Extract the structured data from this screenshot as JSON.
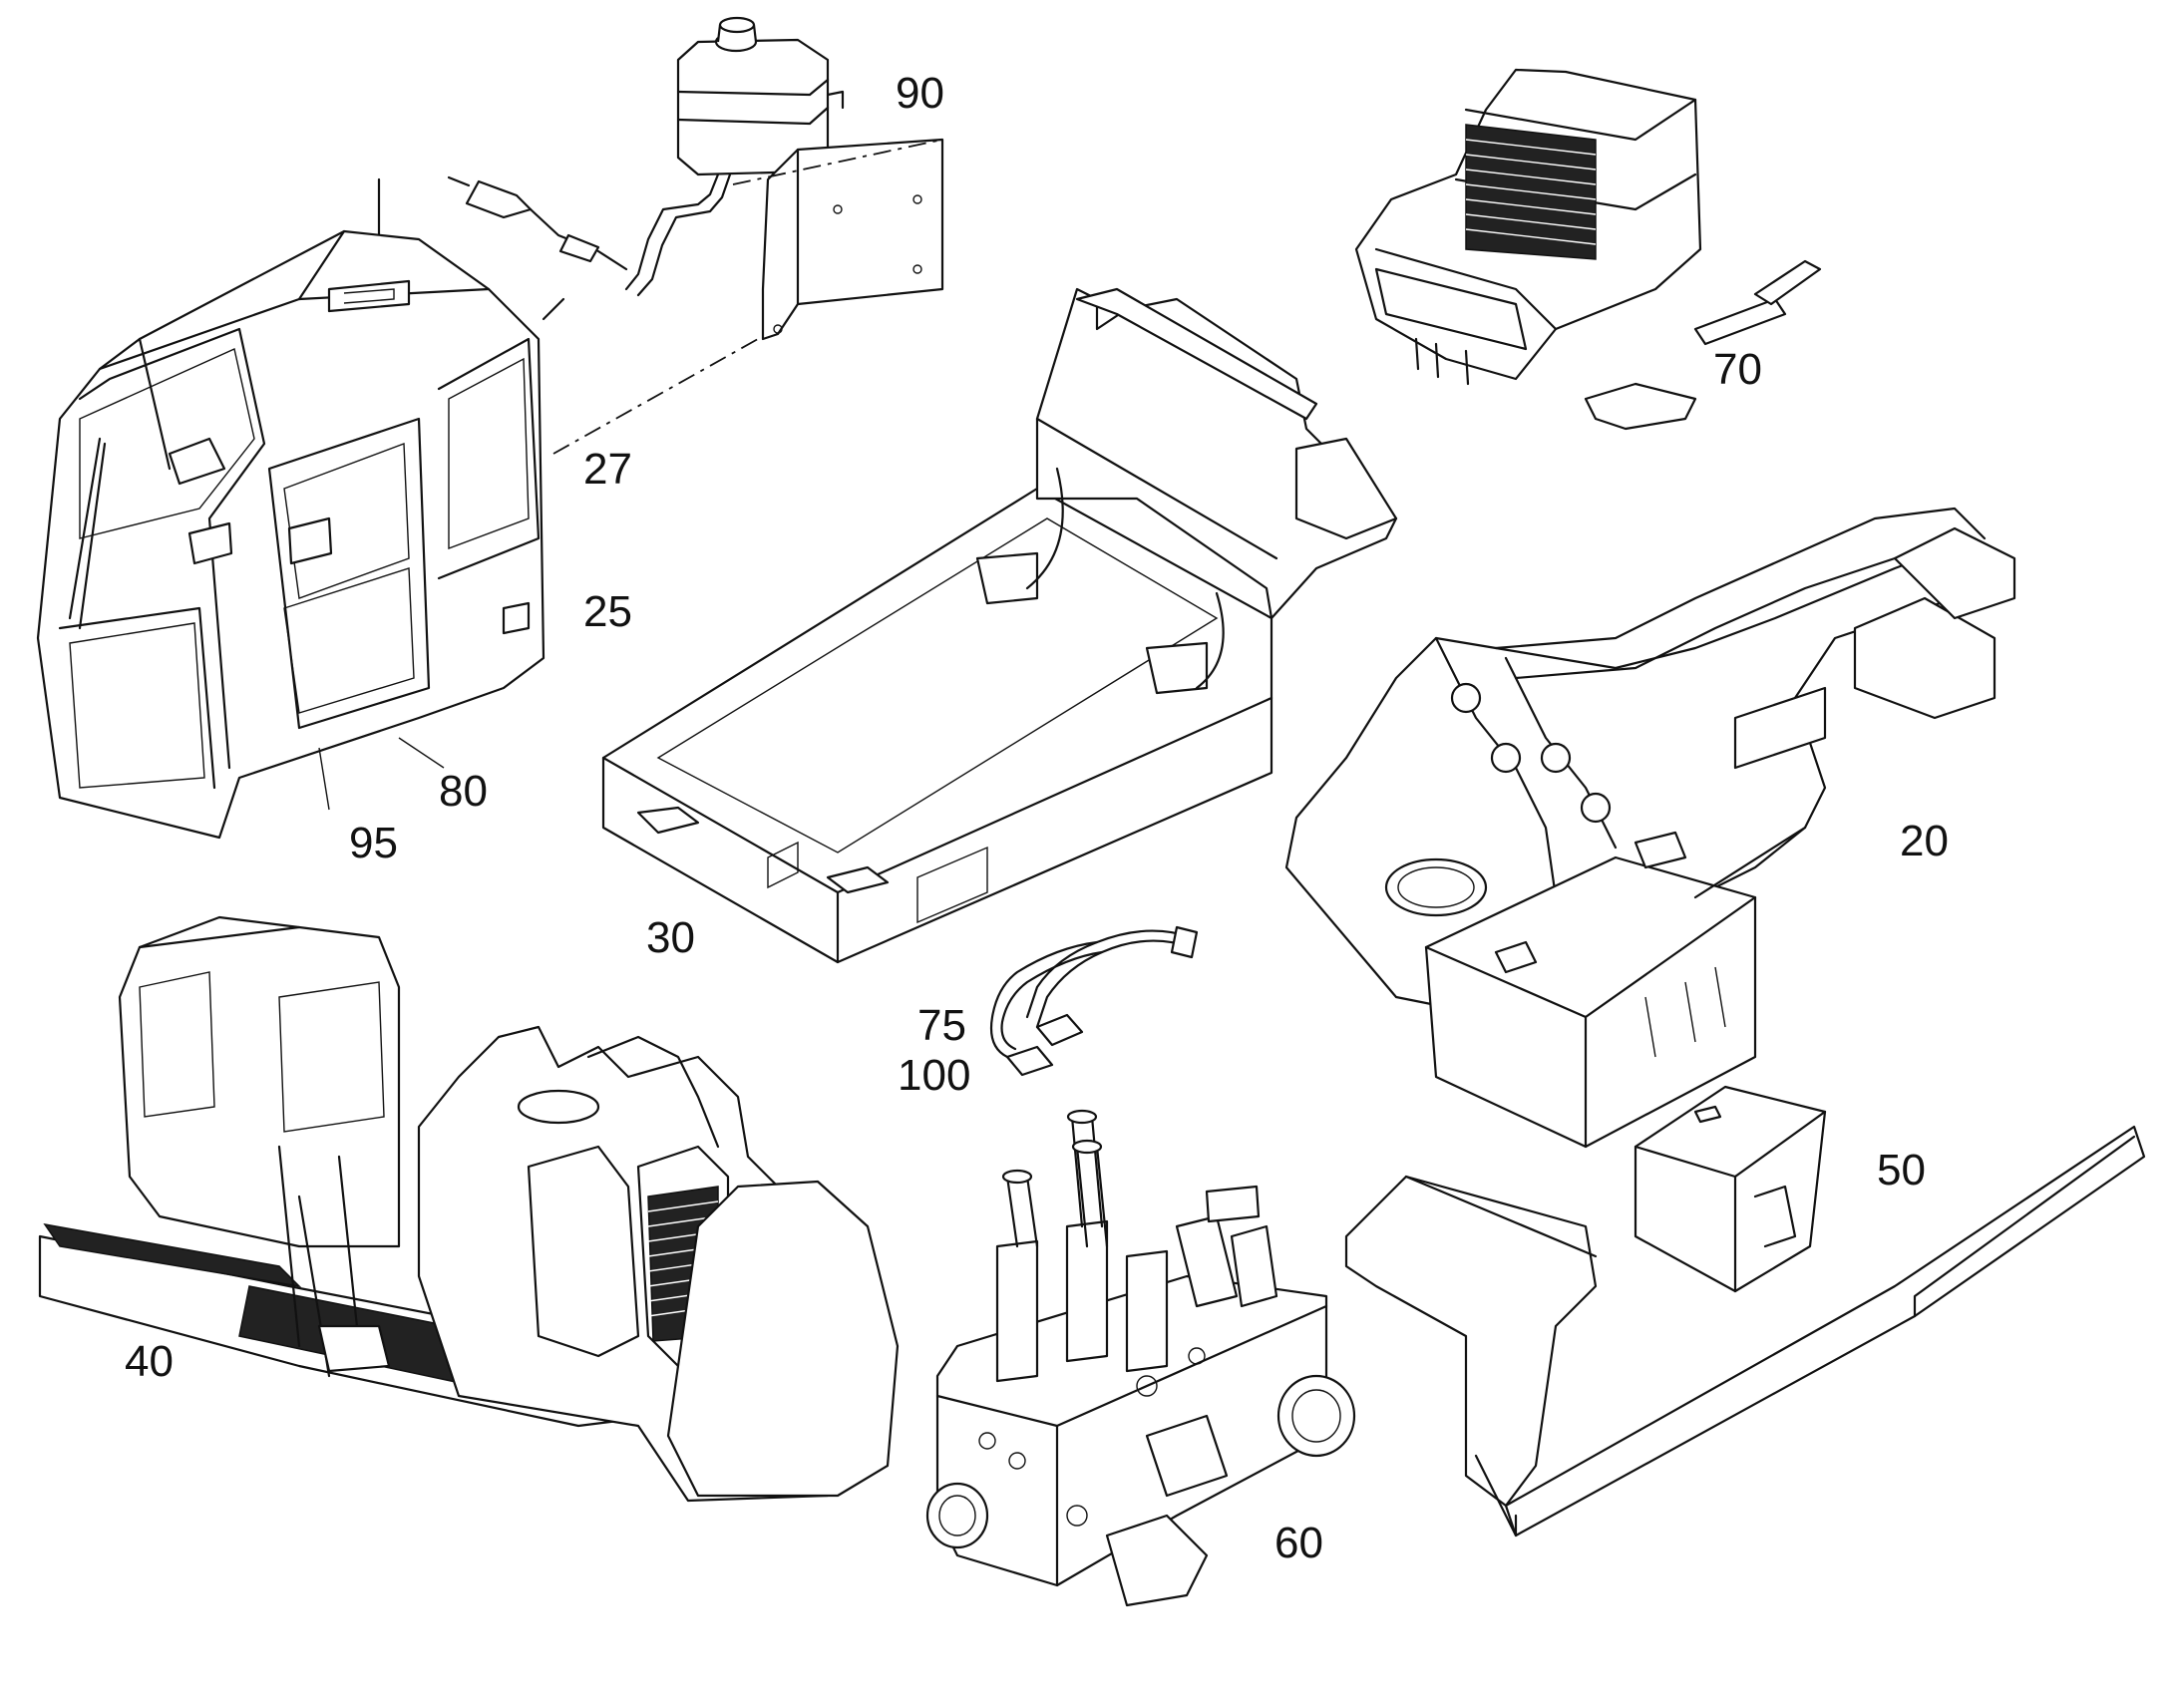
{
  "diagram": {
    "callouts": {
      "c90": "90",
      "c70": "70",
      "c27": "27",
      "c25": "25",
      "c80": "80",
      "c95": "95",
      "c30": "30",
      "c20": "20",
      "c75": "75",
      "c100": "100",
      "c50": "50",
      "c40": "40",
      "c60": "60"
    }
  }
}
